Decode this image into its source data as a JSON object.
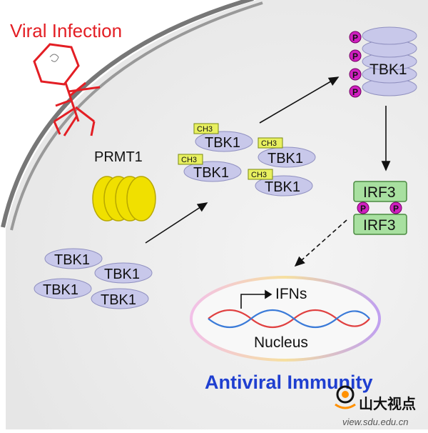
{
  "title": "Viral Infection",
  "prmt_label": "PRMT1",
  "tbk_label": "TBK1",
  "ch3_label": "CH3",
  "p_label": "P",
  "irf_label": "IRF3",
  "ifn_label": "IFNs",
  "nucleus_label": "Nucleus",
  "footer_label": "Antiviral Immunity",
  "watermark": {
    "text": "山大视点",
    "url": "view.sdu.edu.cn"
  },
  "colors": {
    "virus": "#e31e24",
    "tbk_fill": "#c8c8ea",
    "prmt_fill": "#f0e000",
    "ch3_fill": "#e8f060",
    "p_fill": "#d020c0",
    "irf_fill": "#a8e0a0",
    "antiviral": "#1f3fd0"
  }
}
